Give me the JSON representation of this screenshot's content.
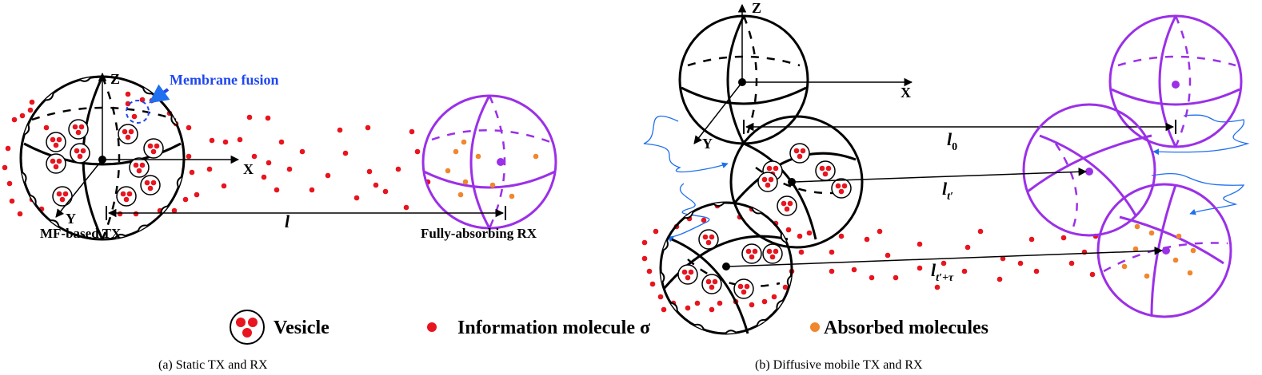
{
  "colors": {
    "tx": "#000000",
    "rx": "#9b30e8",
    "molecule": "#e8141e",
    "absorbed": "#f0872d",
    "annotation": "#1f47f0",
    "trajectory": "#1f6ff0"
  },
  "panel_a": {
    "axis_z": "Z",
    "axis_x": "X",
    "axis_y": "Y",
    "membrane_fusion": "Membrane fusion",
    "distance": "l",
    "tx_label": "MF-based TX",
    "rx_label": "Fully-absorbing RX",
    "caption": "(a) Static TX and RX"
  },
  "panel_b": {
    "axis_z": "Z",
    "axis_x": "X",
    "axis_y": "Y",
    "dist_0_base": "l",
    "dist_0_sub": "0",
    "dist_1_base": "l",
    "dist_1_sub": "t′",
    "dist_2_base": "l",
    "dist_2_sub": "t′+τ",
    "caption": "(b) Diffusive mobile TX and RX"
  },
  "legend": {
    "vesicle": "Vesicle",
    "molecule": "Information molecule σ",
    "absorbed": "Absorbed molecules"
  }
}
